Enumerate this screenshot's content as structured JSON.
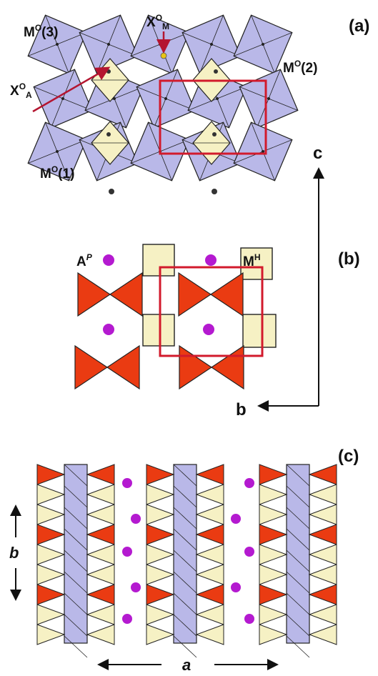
{
  "panels": {
    "a": {
      "tag": "(a)",
      "labels": {
        "mo3": "M",
        "mo3_sup": "O",
        "mo3_tail": "(3)",
        "xom": "X",
        "xom_sup": "O",
        "xom_sub": "M",
        "mo2": "M",
        "mo2_sup": "O",
        "mo2_tail": "(2)",
        "xoa": "X",
        "xoa_sup": "O",
        "xoa_sub": "A",
        "mo1": "M",
        "mo1_sup": "O",
        "mo1_tail": "(1)"
      }
    },
    "b": {
      "tag": "(b)",
      "labels": {
        "ap": "A",
        "ap_sup": "P",
        "mh": "M",
        "mh_sup": "H"
      }
    },
    "c": {
      "tag": "(c)"
    }
  },
  "axes": {
    "c": "c",
    "b": "b",
    "b_italic": "b",
    "a_italic": "a"
  },
  "colors": {
    "octahedron_blue": "#b9b8e8",
    "polyhedron_yellow": "#f6f1c4",
    "tetrahedron_red": "#ea3b12",
    "atom_purple": "#b41ad0",
    "atom_yellow": "#e8c416",
    "unit_cell_red": "#d21a2c",
    "edge_dark": "#222222"
  }
}
